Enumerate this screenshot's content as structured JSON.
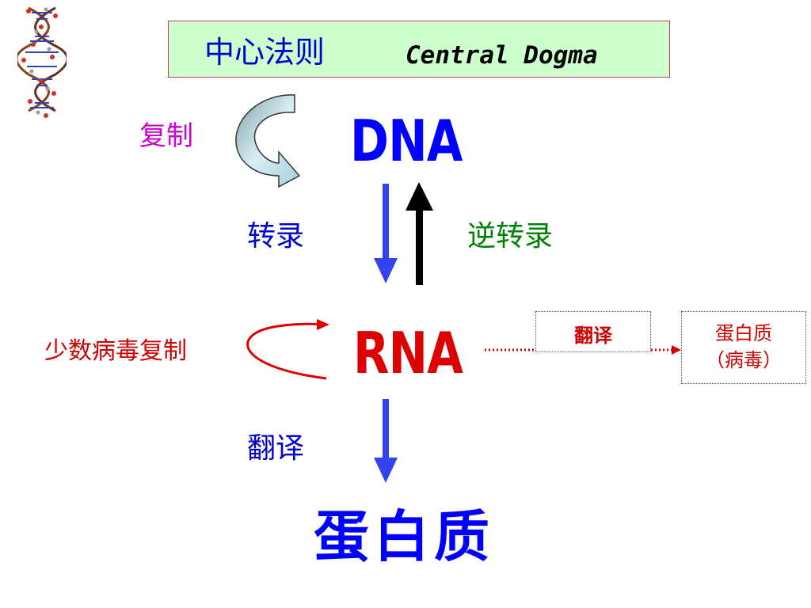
{
  "title": {
    "chinese": "中心法则",
    "english": "Central Dogma"
  },
  "nodes": {
    "dna": "DNA",
    "rna": "RNA",
    "protein": "蛋白质"
  },
  "processes": {
    "replication": "复制",
    "transcription": "转录",
    "reverse_transcription": "逆转录",
    "rna_replication": "少数病毒复制",
    "translation": "翻译"
  },
  "virus_path": {
    "translation": "翻译",
    "protein_line1": "蛋白质",
    "protein_line2": "（病毒）"
  },
  "colors": {
    "blue_arrow": "#3344ee",
    "black_arrow": "#000000",
    "red": "#dd0000",
    "title_bg": "#ccffcc"
  },
  "icons": [
    "dna-helix-icon",
    "curved-replication-arrow"
  ]
}
